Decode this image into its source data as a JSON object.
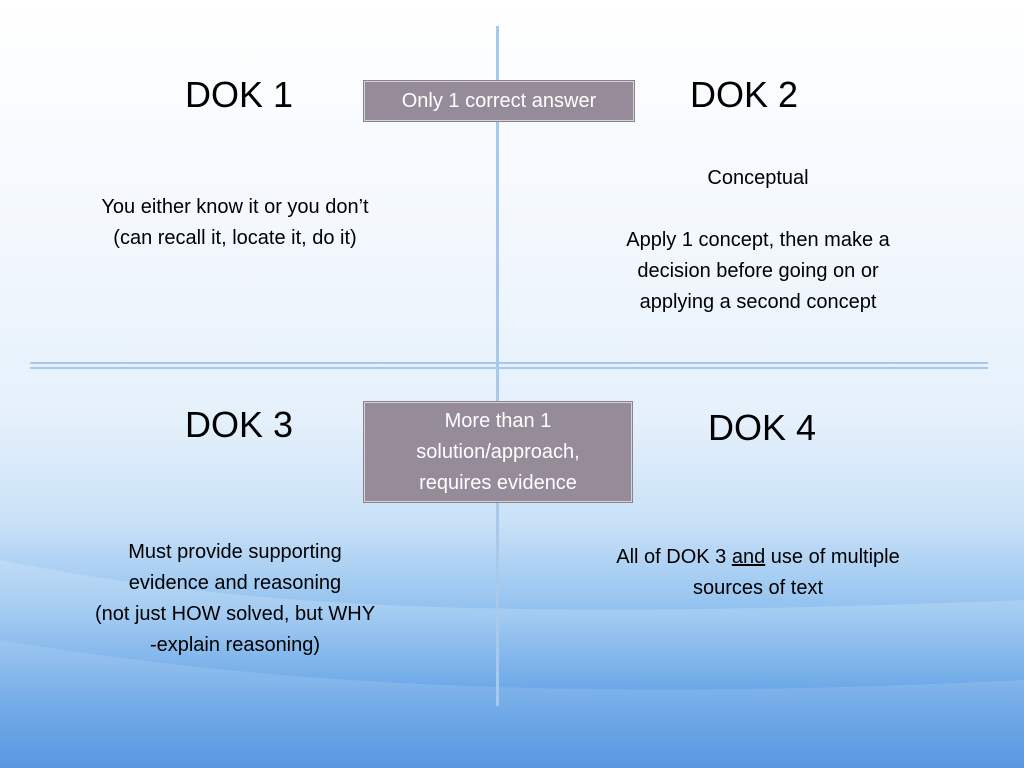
{
  "quadrants": {
    "dok1": {
      "title": "DOK 1",
      "lines": [
        "You either know it or you don’t",
        "(can recall it, locate it, do it)"
      ]
    },
    "dok2": {
      "title": "DOK 2",
      "subtitle": "Conceptual",
      "lines": [
        "Apply 1 concept, then make a",
        "decision before going on or",
        "applying a second concept"
      ]
    },
    "dok3": {
      "title": "DOK 3",
      "lines": [
        "Must provide supporting",
        "evidence and reasoning",
        "(not just HOW solved, but WHY",
        "-explain reasoning)"
      ]
    },
    "dok4": {
      "title": "DOK 4",
      "line1_pre": "All of DOK 3 ",
      "line1_underlined": "and",
      "line1_post": " use of multiple",
      "line2": "sources of text"
    }
  },
  "callouts": {
    "top": "Only 1 correct answer",
    "middle": [
      "More than 1",
      "solution/approach,",
      "requires evidence"
    ]
  },
  "colors": {
    "callout_fill": "#968b99",
    "divider": "#a9c9ea",
    "background_bottom": "#1a6fd6"
  }
}
